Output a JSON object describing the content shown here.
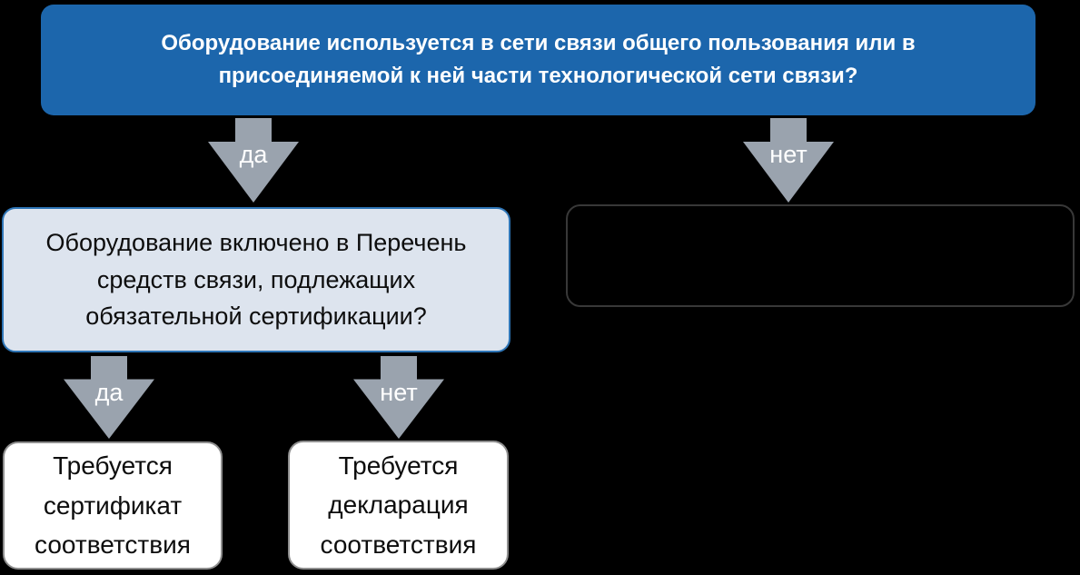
{
  "colors": {
    "canvas_bg": "#000000",
    "primary_box_fill": "#1c66ac",
    "primary_box_text": "#ffffff",
    "question_box_fill": "#dde4ee",
    "question_box_border": "#2e75b6",
    "question_box_text": "#0d0d0d",
    "arrow_fill": "#9aa3ae",
    "arrow_label_text": "#ffffff",
    "result_box_fill": "#ffffff",
    "result_box_border": "#8f8f8f",
    "result_box_text": "#0d0d0d",
    "empty_box_border": "#383838"
  },
  "flowchart": {
    "question_1": {
      "text": "Оборудование используется в сети связи общего пользования или в\nприсоединяемой к ней части технологической сети связи?"
    },
    "branch_q1_yes": {
      "label": "да"
    },
    "branch_q1_no": {
      "label": "нет"
    },
    "question_2": {
      "text": "Оборудование включено в Перечень\nсредств связи, подлежащих\nобязательной сертификации?"
    },
    "empty_result": {
      "text": ""
    },
    "branch_q2_yes": {
      "label": "да"
    },
    "branch_q2_no": {
      "label": "нет"
    },
    "result_certificate": {
      "text": "Требуется\nсертификат\nсоответствия"
    },
    "result_declaration": {
      "text": "Требуется\nдекларация\nсоответствия"
    }
  }
}
